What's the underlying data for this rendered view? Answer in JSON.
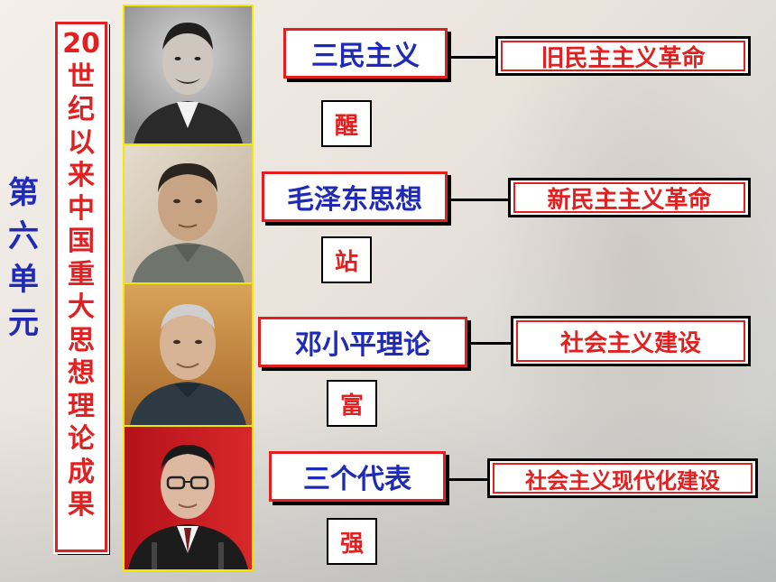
{
  "unit_title": [
    "第",
    "六",
    "单",
    "元"
  ],
  "vertical_title": [
    "20",
    "世",
    "纪",
    "以",
    "来",
    "中",
    "国",
    "重",
    "大",
    "思",
    "想",
    "理",
    "论",
    "成",
    "果"
  ],
  "rows": [
    {
      "theory": "三民主义",
      "char": "醒",
      "result": "旧民主主义革命"
    },
    {
      "theory": "毛泽东思想",
      "char": "站",
      "result": "新民主主义革命"
    },
    {
      "theory": "邓小平理论",
      "char": "富",
      "result": "社会主义建设"
    },
    {
      "theory": "三个代表",
      "char": "强",
      "result": "社会主义现代化建设"
    }
  ],
  "colors": {
    "title_blue": "#1f2bb8",
    "accent_red": "#e32020",
    "photo_border": "#f0e800"
  },
  "icons": [
    "portrait-1-icon",
    "portrait-2-icon",
    "portrait-3-icon",
    "portrait-4-icon"
  ]
}
